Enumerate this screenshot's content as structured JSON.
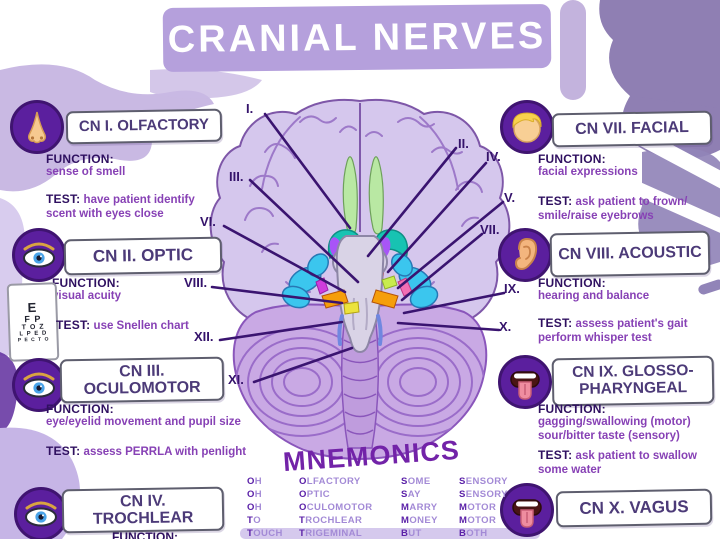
{
  "palette": {
    "banner": "#b5a0dc",
    "deep_purple": "#5b1f9e",
    "title_text": "#ffffff",
    "heading_text": "#2f1060",
    "body_text": "#8741b5",
    "line_color": "#3a1470",
    "mnemonic_accent": "#7223a8"
  },
  "header": {
    "title": "CRANIAL NERVES"
  },
  "labels": {
    "function": "FUNCTION:",
    "test": "TEST:"
  },
  "nerve_cards": {
    "left": [
      {
        "icon": "nose-icon",
        "title": "CN I. OLFACTORY",
        "function": "sense of smell",
        "test": "have patient identify scent with eyes close"
      },
      {
        "icon": "eye-icon",
        "title": "CN II. OPTIC",
        "function": "visual acuity",
        "test": "use Snellen chart"
      },
      {
        "icon": "eye-icon",
        "title": "CN III. OCULOMOTOR",
        "function": "eye/eyelid movement and pupil size",
        "test": "assess PERRLA with penlight"
      },
      {
        "icon": "eye-icon",
        "title": "CN IV. TROCHLEAR",
        "function": "",
        "test": ""
      }
    ],
    "right": [
      {
        "icon": "face-icon",
        "title": "CN VII. FACIAL",
        "function": "facial expressions",
        "test": "ask patient to frown/ smile/raise eyebrows"
      },
      {
        "icon": "ear-icon",
        "title": "CN VIII. ACOUSTIC",
        "function": "hearing and balance",
        "test": "assess patient's gait perform whisper test"
      },
      {
        "icon": "tongue-icon",
        "title": "CN IX. GLOSSO- PHARYNGEAL",
        "function": "gagging/swallowing (motor) sour/bitter taste (sensory)",
        "test": "ask patient to swallow some water"
      },
      {
        "icon": "tongue-icon",
        "title": "CN X. VAGUS",
        "function": "",
        "test": ""
      }
    ]
  },
  "snellen_chart": {
    "rows": [
      "E",
      "F P",
      "T O Z",
      "L P E D",
      "P E C T O"
    ]
  },
  "brain_labels": [
    "I.",
    "II.",
    "III.",
    "IV.",
    "V.",
    "VI.",
    "VII.",
    "VIII.",
    "IX.",
    "X.",
    "XI.",
    "XII."
  ],
  "mnemonics": {
    "title": "MNEMONICS",
    "rows": [
      {
        "w1": "OH",
        "nerve": "OLFACTORY",
        "w2": "SOME",
        "type": "SENSORY"
      },
      {
        "w1": "OH",
        "nerve": "OPTIC",
        "w2": "SAY",
        "type": "SENSORY"
      },
      {
        "w1": "OH",
        "nerve": "OCULOMOTOR",
        "w2": "MARRY",
        "type": "MOTOR"
      },
      {
        "w1": "TO",
        "nerve": "TROCHLEAR",
        "w2": "MONEY",
        "type": "MOTOR"
      },
      {
        "w1": "TOUCH",
        "nerve": "TRIGEMINAL",
        "w2": "BUT",
        "type": "BOTH"
      }
    ]
  }
}
